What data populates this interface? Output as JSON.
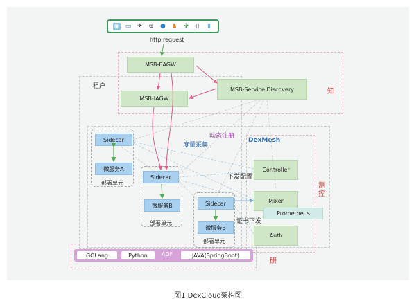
{
  "top": {
    "http_request": "http request"
  },
  "gateway": {
    "eagw": "MSB-EAGW",
    "iagw": "MSB-IAGW",
    "service_discovery": "MSB-Service Discovery"
  },
  "tenant": {
    "label": "租户"
  },
  "labels": {
    "dynamic_register": "动态注册",
    "metrics_collect": "度量采集",
    "dexmesh": "DexMesh",
    "config_push": "下发配置",
    "cert_push": "证书下发",
    "zhi": "知",
    "ce": "测",
    "kong": "控",
    "yan": "研"
  },
  "units": [
    {
      "sidecar": "Sidecar",
      "service": "微服务A",
      "caption": "部署单元"
    },
    {
      "sidecar": "Sidecar",
      "service": "微服务B",
      "caption": "部署单元"
    },
    {
      "sidecar": "Sidecar",
      "service": "微服务B",
      "caption": "部署单元"
    }
  ],
  "control": {
    "controller": "Controller",
    "mixer": "Mixer",
    "prometheus": "Prometheus",
    "auth": "Auth"
  },
  "adf": {
    "golang": "GOLang",
    "python": "Python",
    "adf": "ADF",
    "java": "JAVA(SpringBoot)"
  },
  "caption": "图1  DexCloud架构图",
  "icons": [
    "camera-icon",
    "monitor-icon",
    "drone-icon",
    "steering-wheel-icon",
    "globe-icon",
    "robot-arm-icon",
    "plant-icon",
    "phone-icon",
    "tablet-icon"
  ],
  "colors": {
    "green_box": "#cfe6c7",
    "blue_box": "#a9d0ef",
    "adf_bar": "#d7a3d8",
    "arrow_pink": "#e05a8a",
    "arrow_green": "#5aa95a",
    "label_red": "#d23c3c",
    "label_purple": "#a04ab0",
    "label_blue": "#2f6fb5"
  }
}
